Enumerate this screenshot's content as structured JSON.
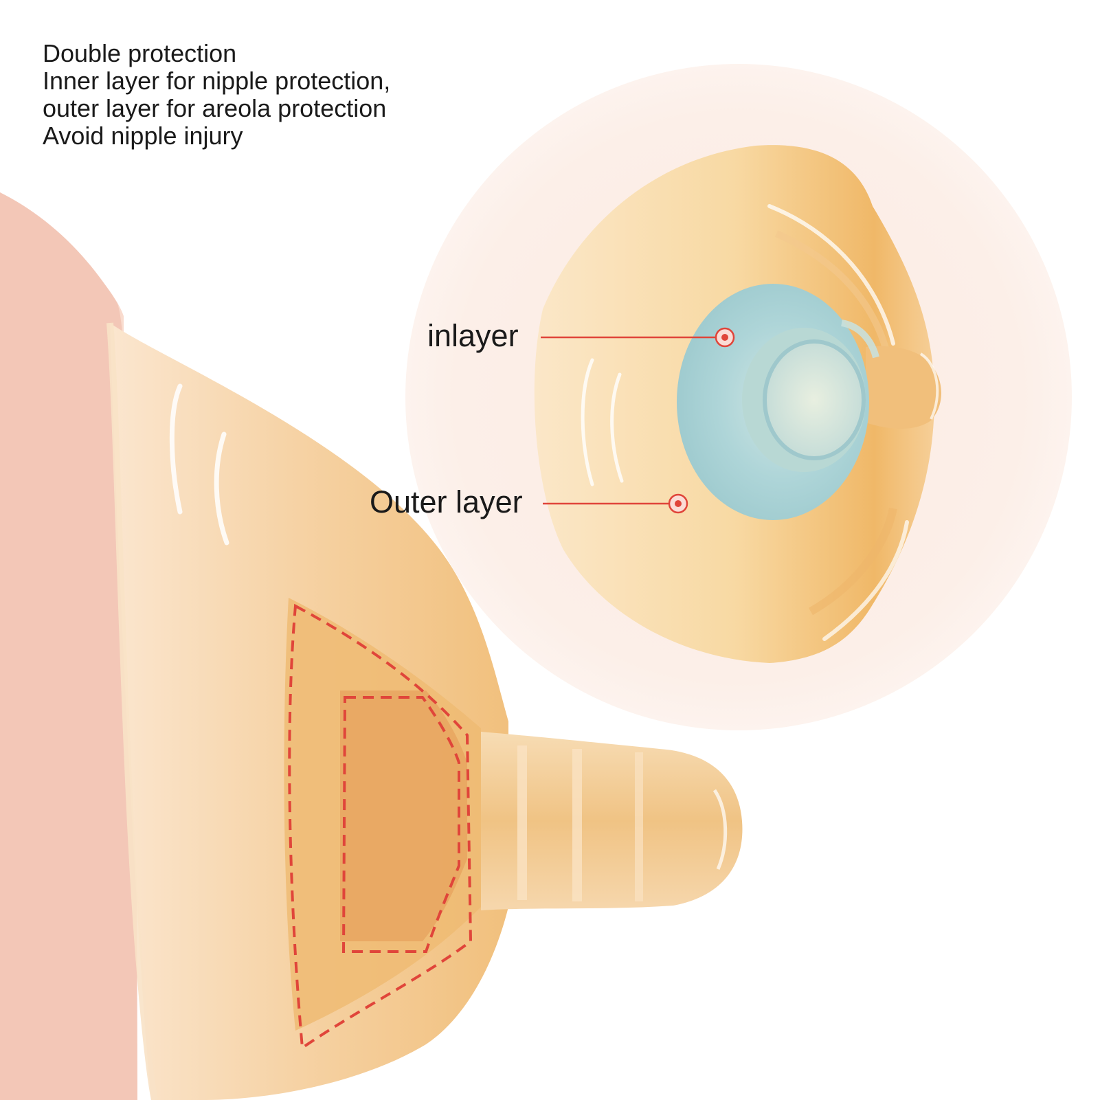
{
  "description_text": {
    "line_1": "Double protection",
    "line_2": "Inner layer for nipple protection,",
    "line_3": "outer layer for areola protection",
    "line_4": "Avoid nipple injury"
  },
  "callouts": {
    "inlayer": "inlayer",
    "outer_layer": "Outer layer"
  },
  "colors": {
    "background": "#ffffff",
    "text": "#1a1a1a",
    "accent_red": "#e0453a",
    "skin_pink": "#f0c4b6",
    "silicone_amber": "#f4c47a",
    "inner_blue": "#a9d3d8"
  }
}
